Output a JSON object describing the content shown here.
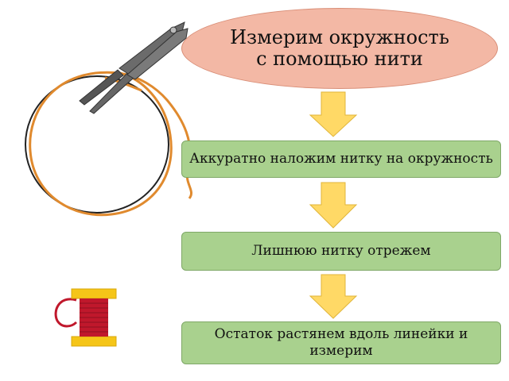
{
  "title": "Измерим окружность с помощью нити",
  "steps": [
    "Аккуратно наложим нитку на окружность",
    "Лишнюю нитку отрежем",
    "Остаток растянем вдоль линейки и измерим"
  ],
  "colors": {
    "title_fill": "#f3b8a5",
    "step_fill": "#a9d18e",
    "arrow_fill": "#ffd966",
    "thread": "#e08a2e",
    "spool_thread": "#c0182c",
    "spool_ends": "#f5c518"
  }
}
